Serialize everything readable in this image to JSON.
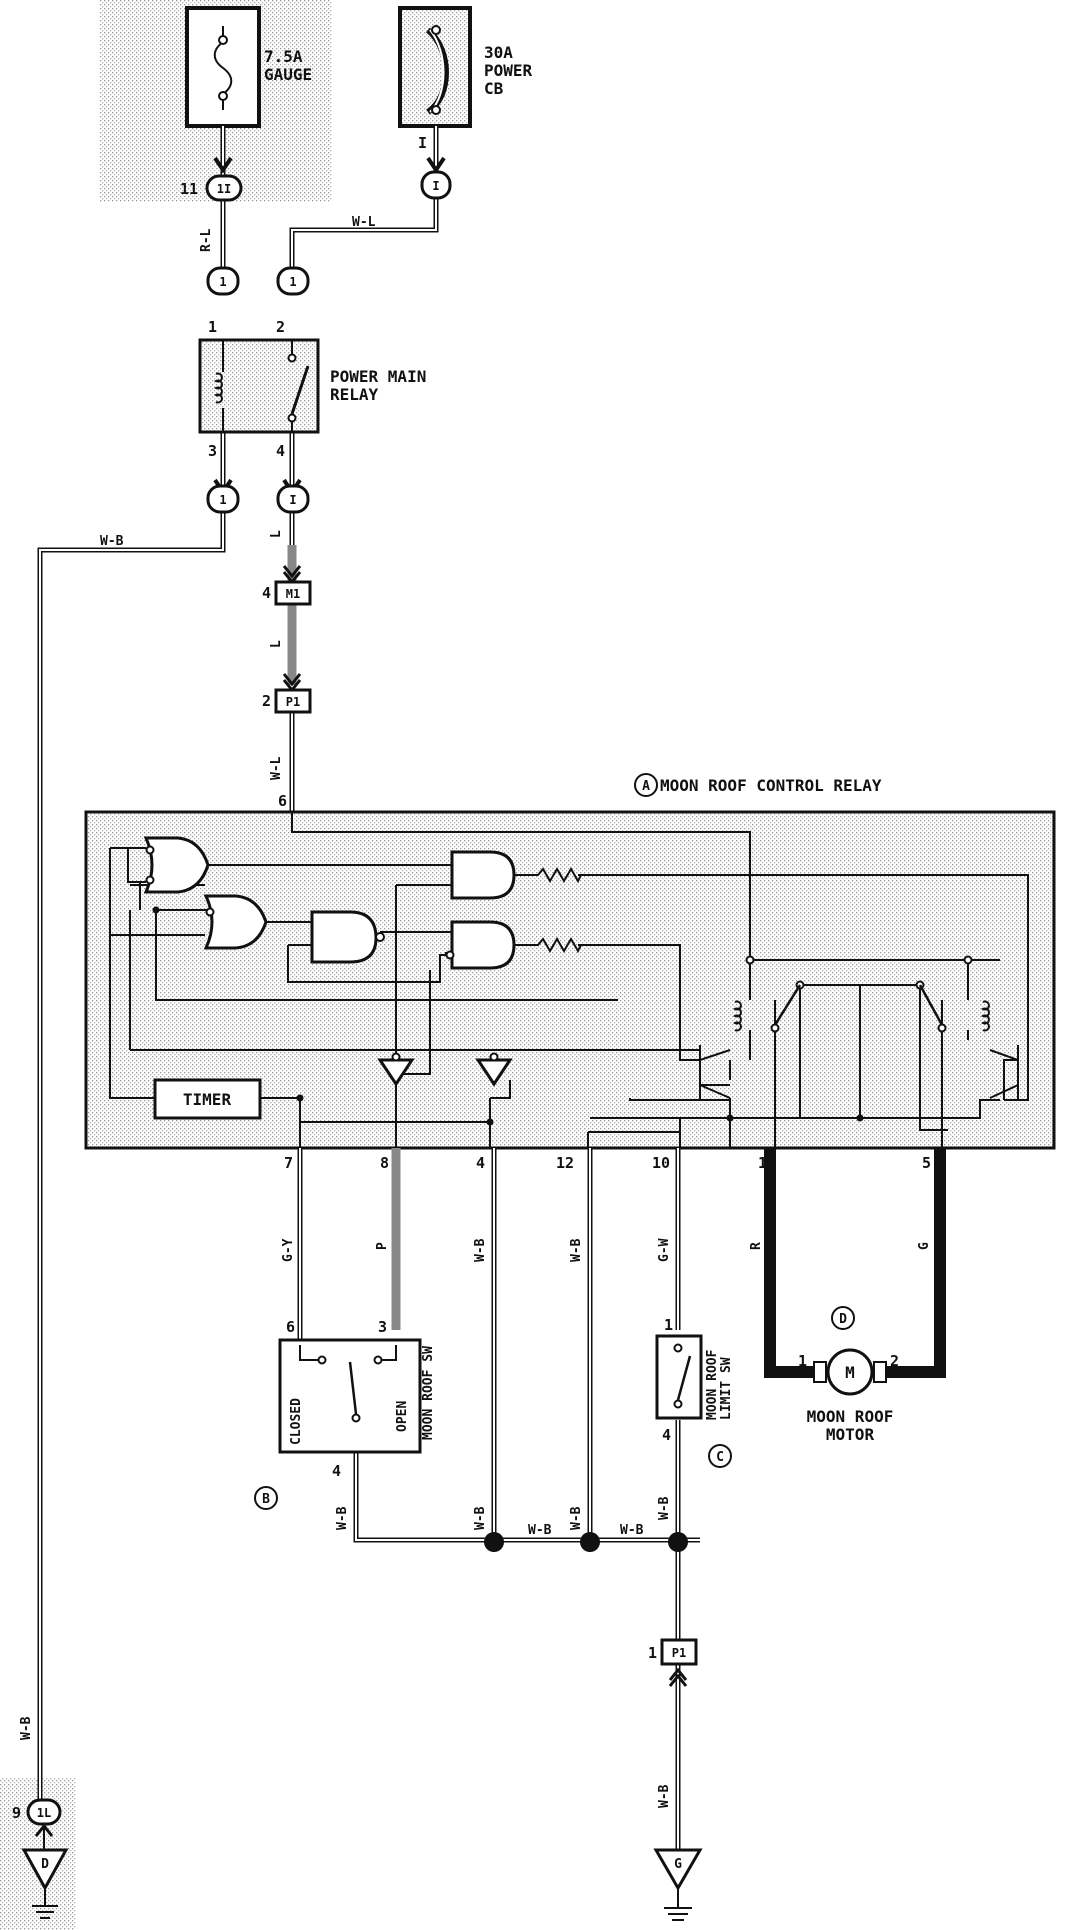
{
  "components": {
    "fuse": {
      "rating": "7.5A",
      "name": "GAUGE"
    },
    "breaker": {
      "rating": "30A",
      "name1": "POWER",
      "name2": "CB"
    },
    "main_relay": {
      "name1": "POWER MAIN",
      "name2": "RELAY"
    },
    "control_relay": {
      "tag": "A",
      "name": "MOON ROOF CONTROL RELAY",
      "timer": "TIMER"
    },
    "roof_switch": {
      "tag": "B",
      "name": "MOON ROOF SW",
      "closed": "CLOSED",
      "open": "OPEN"
    },
    "limit_switch": {
      "tag": "C",
      "name1": "MOON ROOF",
      "name2": "LIMIT SW"
    },
    "motor": {
      "tag": "D",
      "symbol": "M",
      "name1": "MOON ROOF",
      "name2": "MOTOR"
    },
    "ground_d": "D",
    "ground_g": "G"
  },
  "connectors": {
    "c_1i_a": "1I",
    "c_i_a": "I",
    "c_1_a": "1",
    "c_1_b": "1",
    "c_1_c": "1",
    "c_i_b": "I",
    "c_m1": "M1",
    "c_p1_a": "P1",
    "c_p1_b": "P1",
    "c_1l": "1L"
  },
  "pins": {
    "p11": "11",
    "p_i": "I",
    "p1": "1",
    "p2": "2",
    "p3": "3",
    "p4": "4",
    "m1_pin": "4",
    "p1_pin": "2",
    "relay_in": "6",
    "r7": "7",
    "r8": "8",
    "r4": "4",
    "r12": "12",
    "r10": "10",
    "r1": "1",
    "r5": "5",
    "sw6": "6",
    "sw3": "3",
    "sw4": "4",
    "ls1": "1",
    "ls4": "4",
    "m1": "1",
    "m2": "2",
    "bot_p1": "1",
    "l9": "9"
  },
  "wires": {
    "rl": "R-L",
    "wl1": "W-L",
    "wb_top": "W-B",
    "l1": "L",
    "l2": "L",
    "wl2": "W-L",
    "gy": "G-Y",
    "p": "P",
    "wb4": "W-B",
    "wb12": "W-B",
    "gw": "G-W",
    "r": "R",
    "g": "G",
    "wb_sw": "W-B",
    "wb_bus1": "W-B",
    "wb_mid": "W-B",
    "wb_bus2": "W-B",
    "wb_ls": "W-B",
    "wb_below": "W-B",
    "wb_gnd": "W-B",
    "wb_left": "W-B"
  }
}
